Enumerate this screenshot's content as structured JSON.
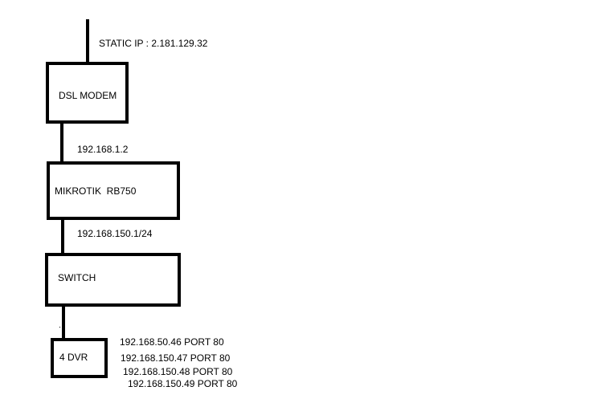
{
  "modem": {
    "label": "DSL MODEM",
    "ip_label": "STATIC IP : 2.181.129.32"
  },
  "router": {
    "label": "MIKROTIK  RB750",
    "wan_ip": "192.168.1.2",
    "lan_ip": "192.168.150.1/24"
  },
  "switch": {
    "label": "SWITCH"
  },
  "dvr": {
    "label": "4 DVR",
    "addresses": [
      "192.168.50.46 PORT 80",
      "192.168.150.47 PORT 80",
      "192.168.150.48 PORT 80",
      "192.168.150.49 PORT 80"
    ]
  }
}
